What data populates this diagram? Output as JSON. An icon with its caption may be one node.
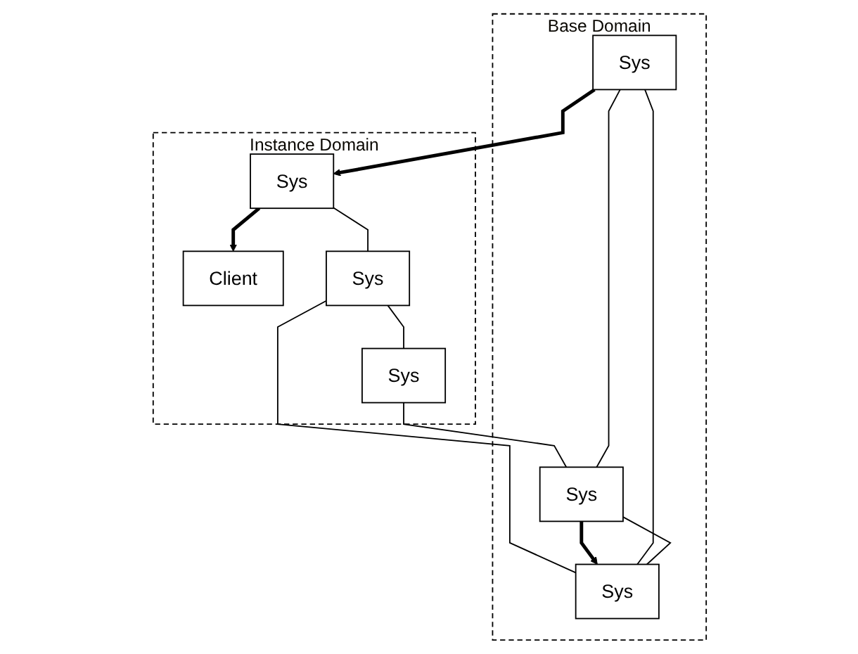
{
  "diagram": {
    "nodes": [
      {
        "text": [
          "Instance Domain"
        ]
      },
      {
        "text": [
          "Client"
        ],
        "in": 0
      },
      {
        "text": [
          "Sys"
        ],
        "in": 0
      },
      {
        "text": [
          "Sys"
        ],
        "in": 0
      },
      {
        "text": [
          "Sys"
        ],
        "in": 0
      },
      {
        "text": [
          "Base Domain"
        ]
      },
      {
        "text": [
          "Sys"
        ],
        "in": 5
      },
      {
        "text": [
          "Sys"
        ],
        "in": 5
      },
      {
        "text": [
          "Sys"
        ],
        "in": 5
      }
    ],
    "edges": [
      {
        "from": 2,
        "to": 1,
        "arrow": "to",
        "style": "thick"
      },
      {
        "from": 2,
        "to": 3,
        "arrow": "none"
      },
      {
        "from": 3,
        "to": 4,
        "arrow": "none"
      },
      {
        "from": 6,
        "to": 2,
        "arrow": "to",
        "style": "thick"
      },
      {
        "from": 3,
        "to": 7,
        "arrow": "none"
      },
      {
        "from": 4,
        "to": 8,
        "arrow": "none"
      },
      {
        "from": 8,
        "to": 7,
        "arrow": "to",
        "style": "thick"
      },
      {
        "from": 6,
        "to": 7,
        "arrow": "none"
      },
      {
        "from": 7,
        "to": 8,
        "arrow": "none"
      },
      {
        "from": 6,
        "to": 8,
        "arrow": "none"
      }
    ]
  }
}
